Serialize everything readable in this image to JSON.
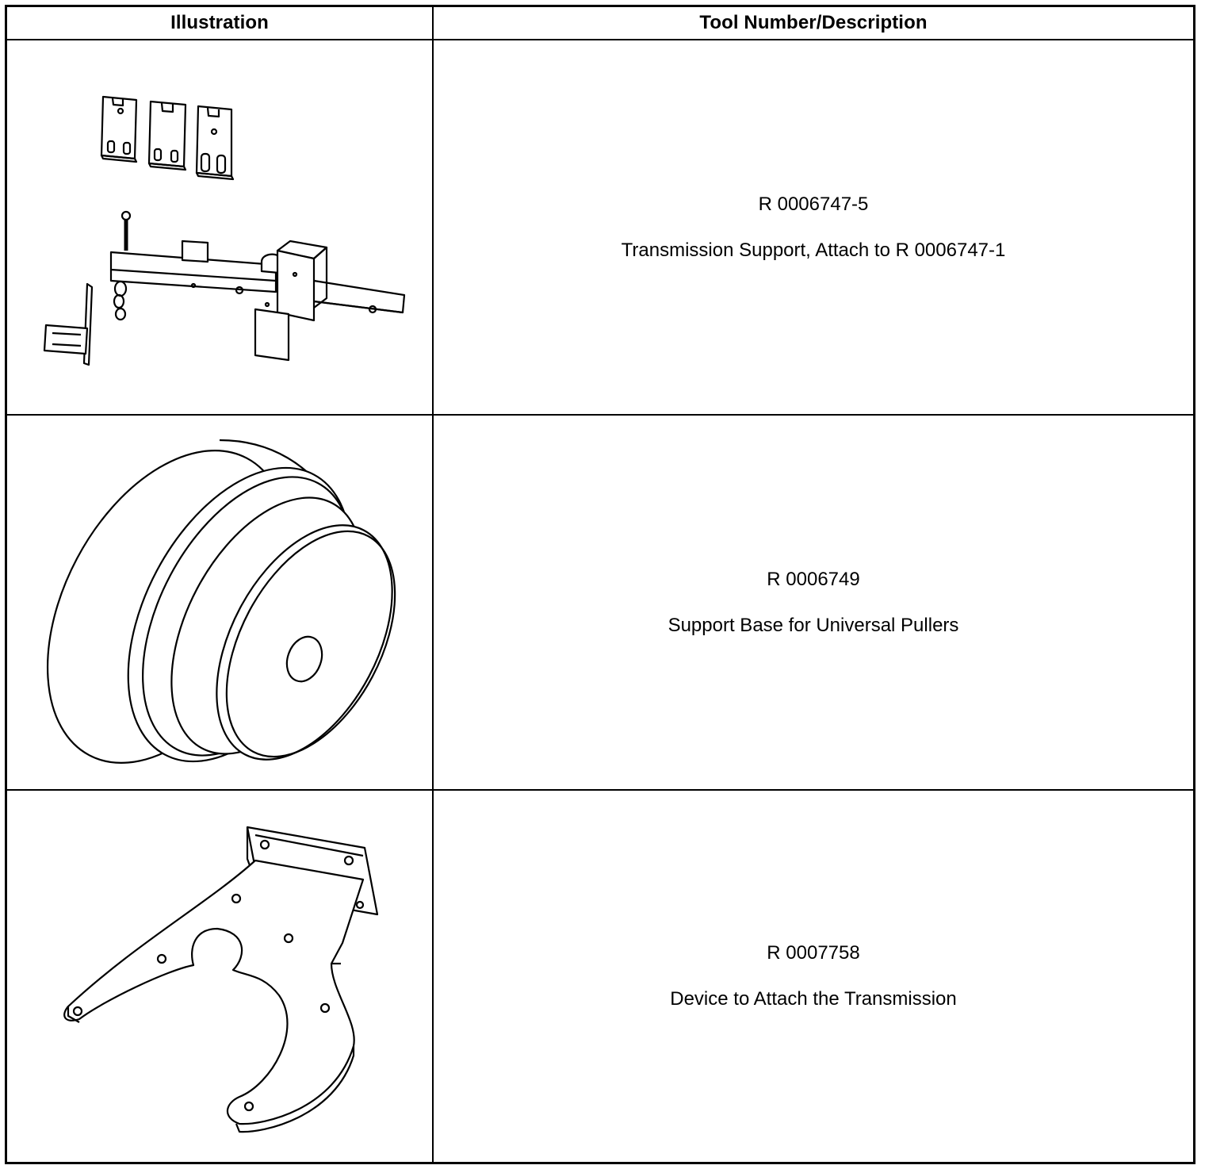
{
  "table": {
    "headers": {
      "illustration": "Illustration",
      "tool": "Tool Number/Description"
    },
    "rows": [
      {
        "number": "R 0006747-5",
        "description": "Transmission Support, Attach to R 0006747-1",
        "illustration_icon": "transmission-support-drawing-icon"
      },
      {
        "number": "R 0006749",
        "description": "Support Base for Universal Pullers",
        "illustration_icon": "support-base-drawing-icon"
      },
      {
        "number": "R 0007758",
        "description": "Device to Attach the Transmission",
        "illustration_icon": "attach-device-drawing-icon"
      }
    ]
  }
}
